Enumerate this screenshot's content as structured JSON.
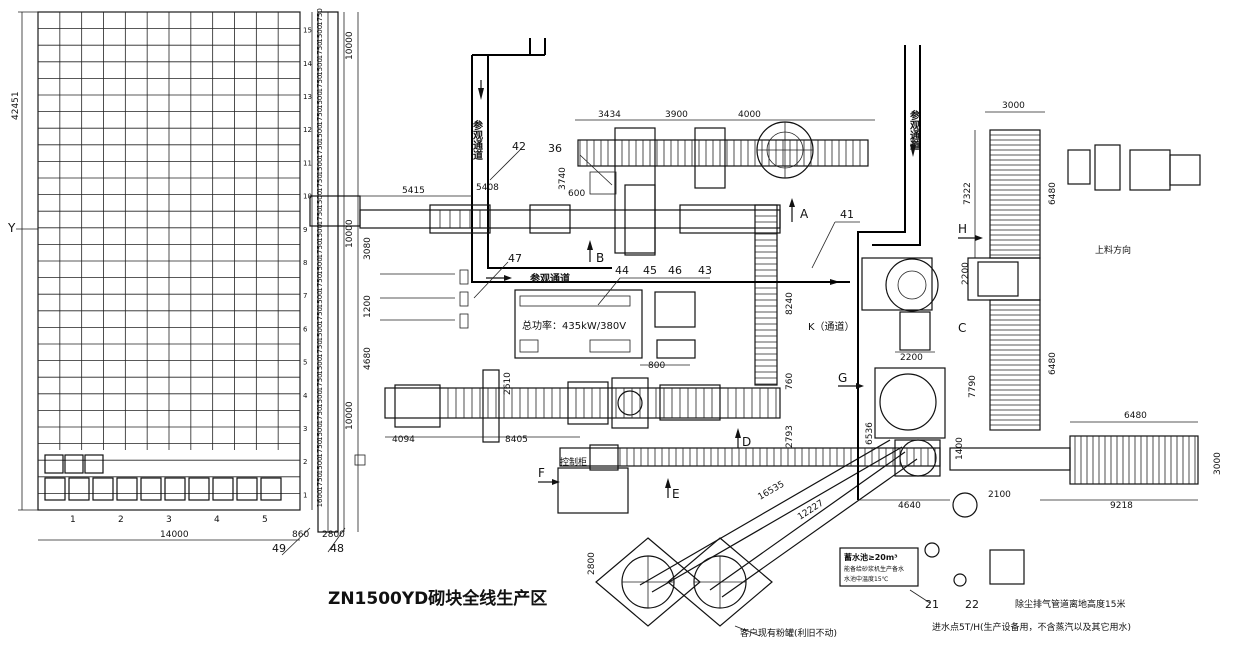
{
  "title": "ZN1500YD砌块全线生产区",
  "left_area": {
    "height_dim": "42451",
    "y_label": "Y",
    "row_dims": [
      "1750",
      "1500",
      "1750",
      "1500",
      "1750",
      "1500",
      "1750",
      "1500",
      "1750",
      "1500",
      "1750",
      "1500",
      "1750",
      "1500",
      "1750",
      "1500",
      "1750",
      "1500",
      "1750",
      "1500",
      "1750",
      "1500",
      "1750",
      "1500",
      "1750",
      "1500",
      "1750",
      "1500",
      "1750",
      "1600"
    ],
    "row_numbers": [
      "15",
      "14",
      "13",
      "12",
      "11",
      "10",
      "9",
      "8",
      "7",
      "6",
      "5",
      "4",
      "3",
      "2",
      "1"
    ],
    "column_numbers": [
      "1",
      "2",
      "3",
      "4",
      "5"
    ],
    "width_dim": "14000",
    "dim_860": "860",
    "dim_2800": "2800",
    "callout_49": "49",
    "callout_48": "48",
    "dim_10000_top": "10000",
    "dim_10000_mid": "10000",
    "dim_10000_bottom": "10000",
    "dim_3080": "3080",
    "dim_4680": "4680"
  },
  "dims": {
    "d5415": "5415",
    "d3434": "3434",
    "d3900": "3900",
    "d4000": "4000",
    "d3740": "3740",
    "d600": "600",
    "d8240": "8240",
    "d5408": "5408",
    "d2610": "2610",
    "d4094": "4094",
    "d8405": "8405",
    "d760": "760",
    "d2793": "2793",
    "d6536": "6536",
    "d1400": "1400",
    "d4640": "4640",
    "d2100": "2100",
    "d2200a": "2200",
    "d2200b": "2200",
    "d7790": "7790",
    "d6480a": "6480",
    "d6480b": "6480",
    "d6480c": "6480",
    "d7322": "7322",
    "d3000a": "3000",
    "d3000b": "3000",
    "d9218": "9218",
    "d16535": "16535",
    "d12227": "12227",
    "d2800": "2800",
    "d800": "800",
    "d1200": "1200"
  },
  "callouts": {
    "c42": "42",
    "c36": "36",
    "c47": "47",
    "c41": "41",
    "c44": "44",
    "c45": "45",
    "c46": "46",
    "c43": "43",
    "c21": "21",
    "c22": "22"
  },
  "letters": {
    "A": "A",
    "B": "B",
    "C": "C",
    "D": "D",
    "E": "E",
    "F": "F",
    "G": "G",
    "H": "H",
    "K": "K（通道）"
  },
  "visit_path_left": "参观通道",
  "visit_path_mid": "参观通道",
  "visit_path_right": "参观通道",
  "power": "总功率：435kW/380V",
  "feed_direction": "上料方向",
  "pool": {
    "line1": "蓄水池≥20m³",
    "line2": "能备给砂浆机生产备水",
    "line3": "水池中温度15℃"
  },
  "exhaust": "除尘排气管道离地高度15米",
  "water_inlet": "进水点5T/H(生产设备用，不含蒸汽以及其它用水)",
  "silo_note": "客户现有粉罐(利旧不动)",
  "control_label": "控制柜"
}
